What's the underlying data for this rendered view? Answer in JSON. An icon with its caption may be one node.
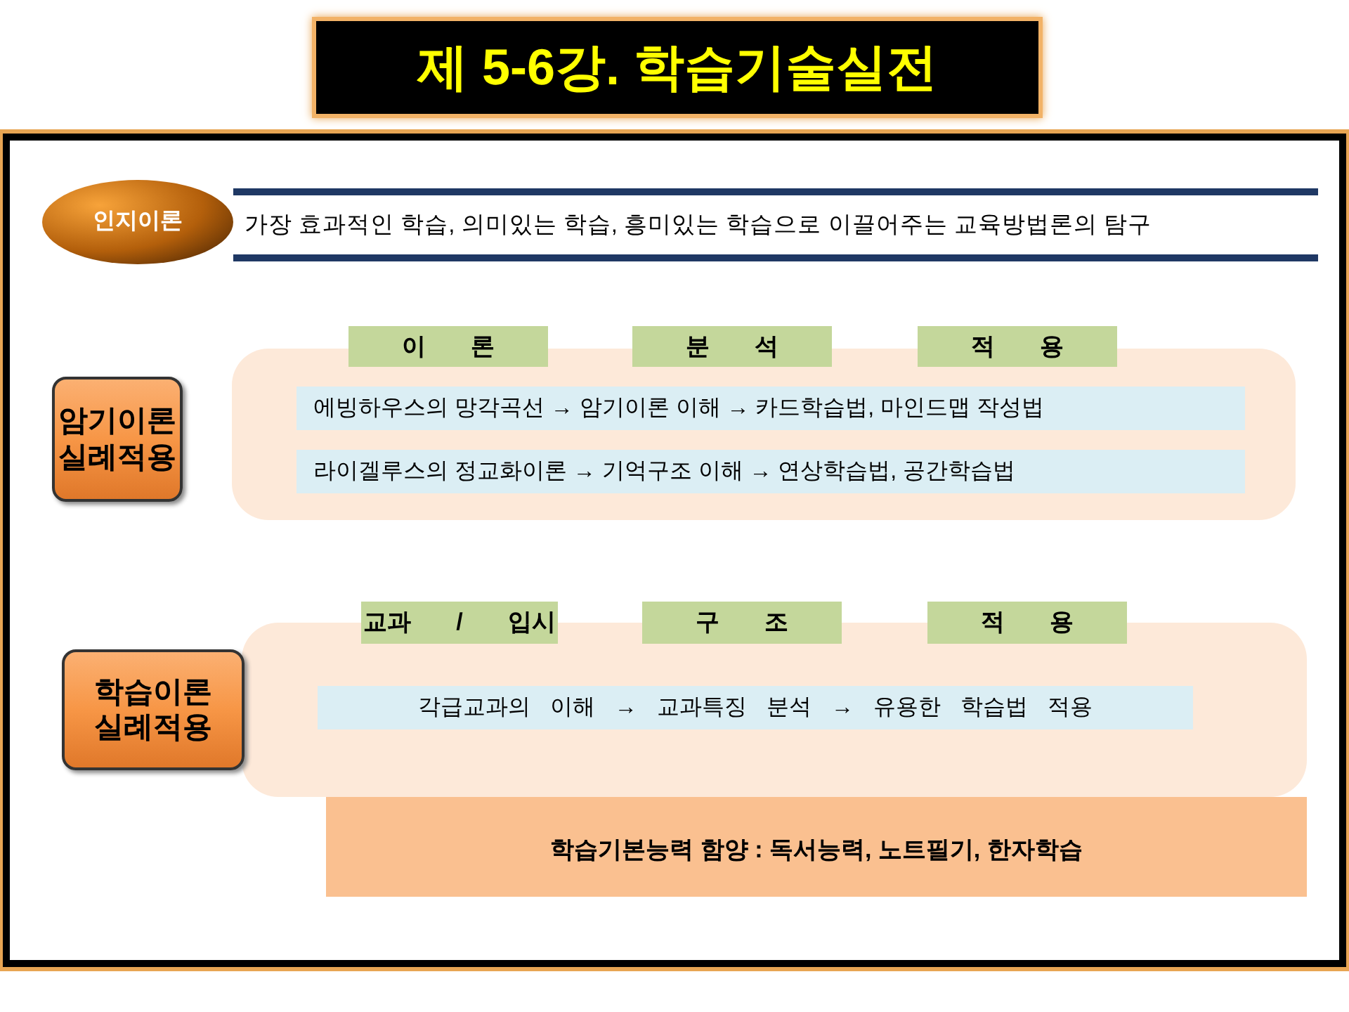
{
  "diagram": {
    "title": "제 5-6강. 학습기술실전",
    "nodes": [
      {
        "text": [
          "인지이론"
        ]
      },
      {
        "text": [
          "가장 효과적인 학습, 의미있는 학습, 흥미있는 학습으로 이끌어주는 교육방법론의 탐구"
        ]
      },
      {
        "text": [
          "암기이론 실례적용"
        ]
      },
      {
        "text": [],
        "shape": "box"
      },
      {
        "text": [
          "이 론"
        ]
      },
      {
        "text": [
          "분 석"
        ]
      },
      {
        "text": [
          "적 용"
        ]
      },
      {
        "text": [
          "에빙하우스의 망각곡선 → 암기이론 이해 → 카드학습법, 마인드맵 작성법"
        ],
        "in": 3
      },
      {
        "text": [
          "라이겔루스의 정교화이론 → 기억구조 이해 → 연상학습법, 공간학습법"
        ],
        "in": 3
      },
      {
        "text": [
          "학습이론 실례적용"
        ]
      },
      {
        "text": [],
        "shape": "box"
      },
      {
        "text": [
          "교과 / 입시"
        ]
      },
      {
        "text": [
          "구 조"
        ]
      },
      {
        "text": [
          "적 용"
        ]
      },
      {
        "text": [
          "각급교과의 이해 → 교과특징 분석 → 유용한 학습법 적용"
        ],
        "in": 10
      },
      {
        "text": [
          "학습기본능력 함양 : 독서능력, 노트필기, 한자학습"
        ]
      }
    ]
  }
}
